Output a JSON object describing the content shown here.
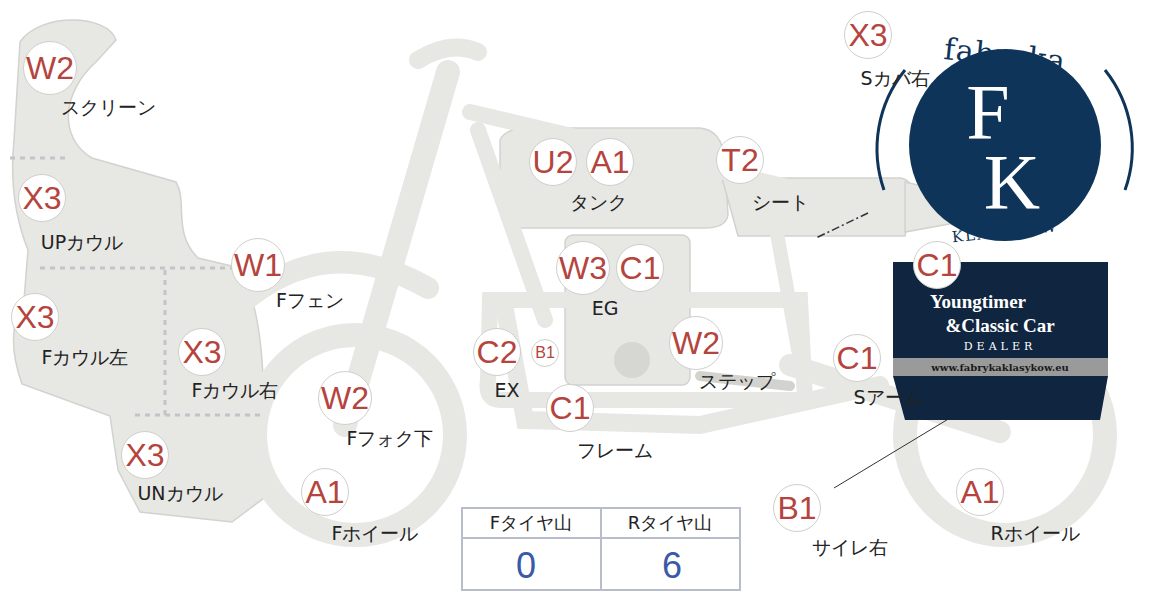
{
  "diagram": {
    "nodes": [
      {
        "text": [
          "W2"
        ]
      },
      {
        "text": [
          "X3"
        ]
      },
      {
        "text": [
          "U2"
        ]
      },
      {
        "text": [
          "A1"
        ]
      },
      {
        "text": [
          "T2"
        ]
      },
      {
        "text": [
          "X3"
        ]
      },
      {
        "text": [
          "W1"
        ]
      },
      {
        "text": [
          "W3"
        ]
      },
      {
        "text": [
          "C1"
        ]
      },
      {
        "text": [
          "C1"
        ]
      },
      {
        "text": [
          "X3"
        ]
      },
      {
        "text": [
          "X3"
        ]
      },
      {
        "text": [
          "C2"
        ]
      },
      {
        "text": [
          "B1"
        ]
      },
      {
        "text": [
          "W2"
        ]
      },
      {
        "text": [
          "C1"
        ]
      },
      {
        "text": [
          "W2"
        ]
      },
      {
        "text": [
          "C1"
        ]
      },
      {
        "text": [
          "X3"
        ]
      },
      {
        "text": [
          "A1"
        ]
      },
      {
        "text": [
          "A1"
        ]
      },
      {
        "text": [
          "B1"
        ]
      }
    ],
    "labels": [
      "スクリーン",
      "Sカバ右",
      "タンク",
      "シート",
      "UPカウル",
      "Fフェン",
      "EG",
      "Fカウル左",
      "Fカウル右",
      "EX",
      "ステップ",
      "Sアーム",
      "Fフォク下",
      "フレーム",
      "UNカウル",
      "Fホイール",
      "Rホイール",
      "サイレ右",
      "Fタイヤ山",
      "Rタイヤ山",
      "0",
      "6",
      "fabryka",
      "F",
      "K",
      "KLASYKÓW",
      "Youngtimer",
      "&Classic Car",
      "DEALER",
      "www.fabrykaklasykow.eu"
    ]
  }
}
